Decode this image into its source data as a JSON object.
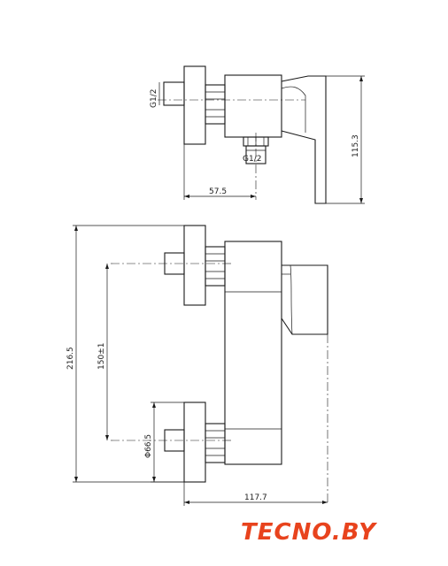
{
  "top_view": {
    "thread_inlet": "G1/2",
    "thread_outlet": "G1/2",
    "dim_width": "57.5",
    "dim_height": "115.3"
  },
  "front_view": {
    "dim_total_height": "216.5",
    "dim_centers": "150±1",
    "dim_flange_dia": "Φ66.5",
    "dim_depth": "117.7"
  },
  "brand": {
    "logo_text": "TECNO.BY",
    "logo_color": "#e8431d"
  }
}
